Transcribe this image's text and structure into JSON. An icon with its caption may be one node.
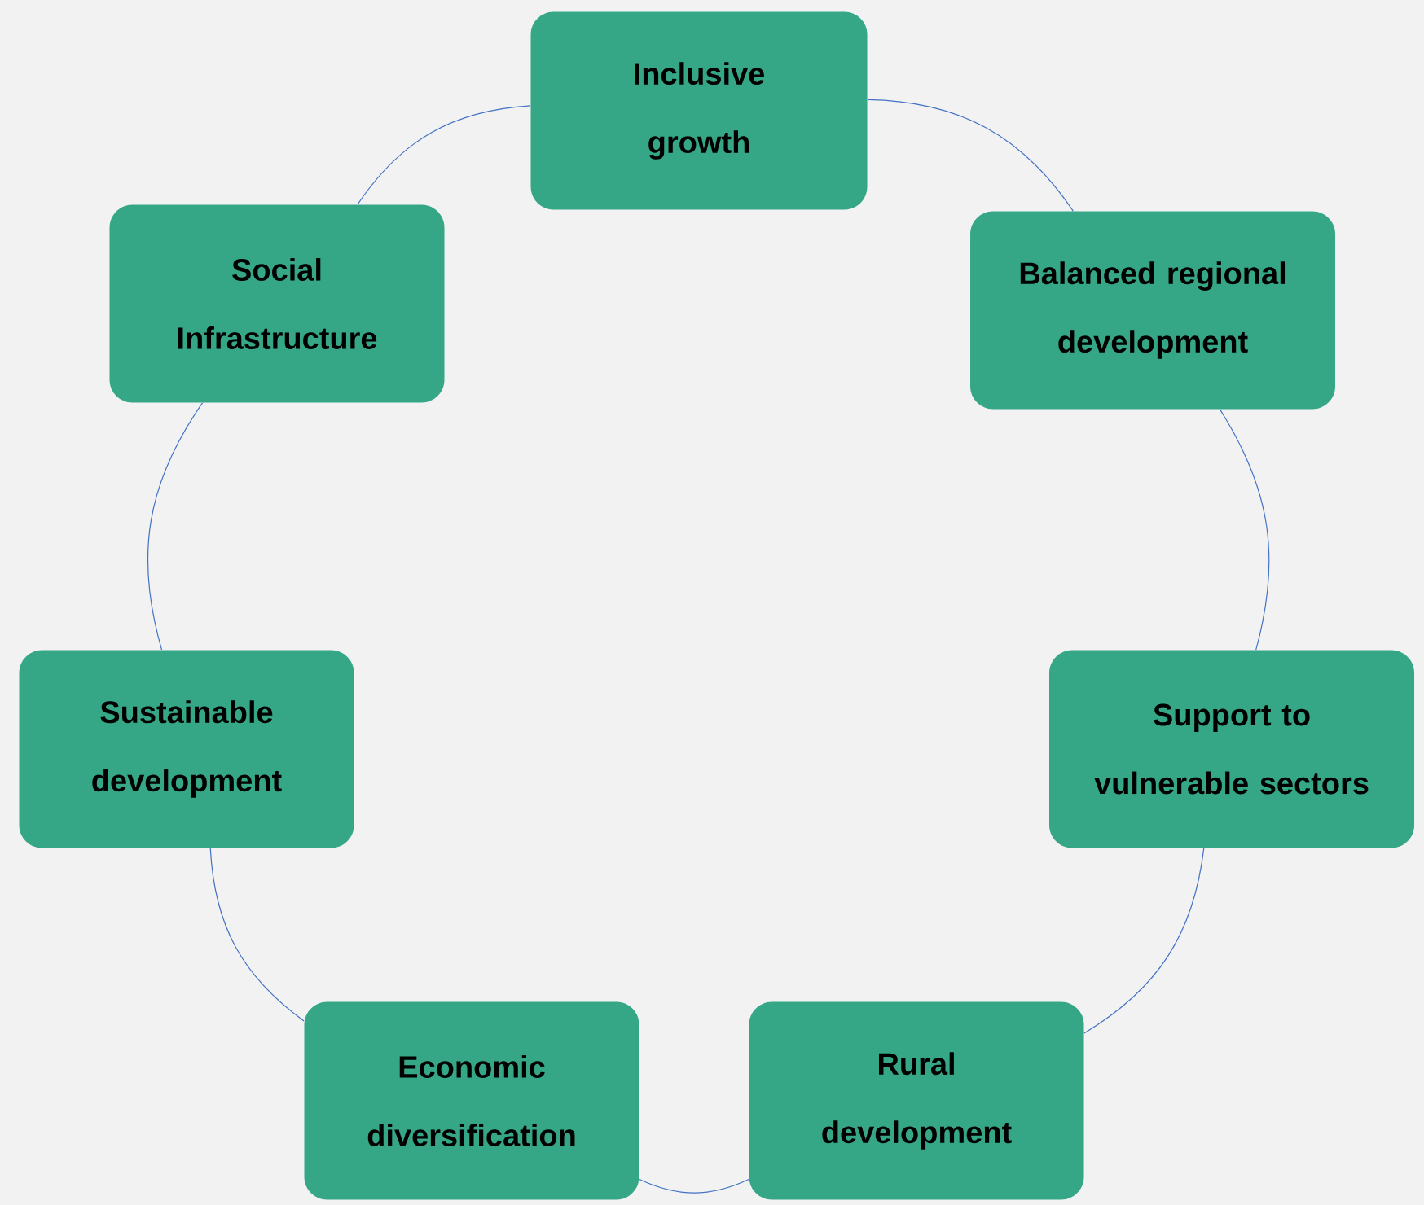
{
  "diagram": {
    "nodes": [
      {
        "text": [
          "Inclusive growth"
        ]
      },
      {
        "text": [
          "Balanced regional development"
        ]
      },
      {
        "text": [
          "Support to vulnerable sectors"
        ]
      },
      {
        "text": [
          "Rural development"
        ]
      },
      {
        "text": [
          "Economic diversification"
        ]
      },
      {
        "text": [
          "Sustainable development"
        ]
      },
      {
        "text": [
          "Social Infrastructure"
        ]
      }
    ],
    "edges": [
      {
        "from": 0,
        "to": 1,
        "arrow": "none"
      },
      {
        "from": 1,
        "to": 2,
        "arrow": "none"
      },
      {
        "from": 2,
        "to": 3,
        "arrow": "none"
      },
      {
        "from": 3,
        "to": 4,
        "arrow": "none"
      },
      {
        "from": 4,
        "to": 5,
        "arrow": "none"
      },
      {
        "from": 5,
        "to": 6,
        "arrow": "none"
      },
      {
        "from": 6,
        "to": 0,
        "arrow": "none"
      }
    ]
  }
}
